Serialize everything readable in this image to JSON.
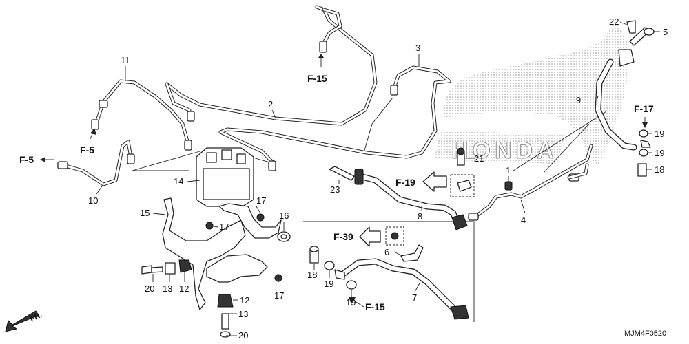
{
  "labels": {
    "l1": "1",
    "l2": "2",
    "l3": "3",
    "l4": "4",
    "l5": "5",
    "l6": "6",
    "l7": "7",
    "l8": "8",
    "l9": "9",
    "l10": "10",
    "l11": "11",
    "l12a": "12",
    "l12b": "12",
    "l13a": "13",
    "l13b": "13",
    "l14": "14",
    "l15": "15",
    "l16": "16",
    "l17a": "17",
    "l17b": "17",
    "l17c": "17",
    "l18a": "18",
    "l18b": "18",
    "l19a": "19",
    "l19b": "19",
    "l19c": "19",
    "l19d": "19",
    "l20a": "20",
    "l20b": "20",
    "l21": "21",
    "l22": "22",
    "l23": "23"
  },
  "refs": {
    "f15_top": "F-15",
    "f5_left": "F-5",
    "f5_mid": "F-5",
    "f17": "F-17",
    "f19": "F-19",
    "f39": "F-39",
    "f15_bottom": "F-15"
  },
  "front_label": "FR.",
  "drawing_code": "MJM4F0520",
  "logo_letters": "HONDA"
}
